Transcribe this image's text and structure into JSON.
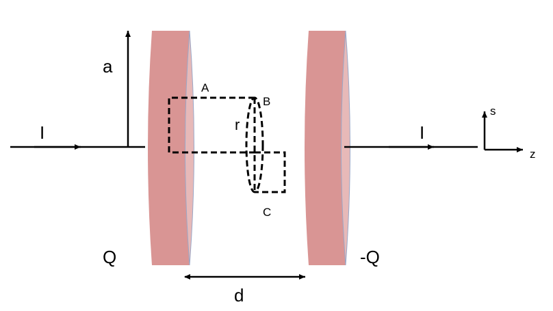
{
  "labels": {
    "current_left": "I",
    "current_right": "I",
    "radius_a": "a",
    "point_a": "A",
    "point_b": "B",
    "point_c": "C",
    "radius_r": "r",
    "charge_left": "Q",
    "charge_right": "-Q",
    "separation_d": "d",
    "axis_s": "s",
    "axis_z": "z"
  },
  "colors": {
    "plate_face": "#d99594",
    "plate_rim": "#e7b9b8",
    "plate_edge": "#9aa8c8",
    "line": "#000000"
  }
}
